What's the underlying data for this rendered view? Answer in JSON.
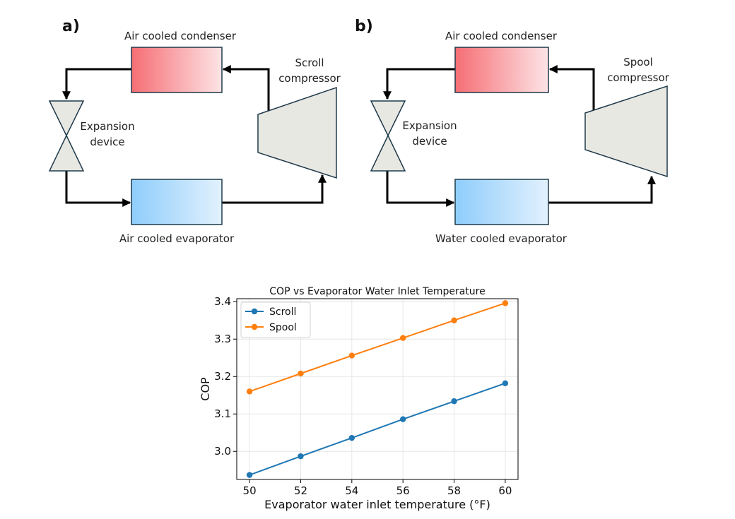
{
  "panel_a": {
    "letter": "a)",
    "condenser": "Air cooled condenser",
    "compressor_line1": "Scroll",
    "compressor_line2": "compressor",
    "expansion_line1": "Expansion",
    "expansion_line2": "device",
    "evaporator": "Air cooled evaporator"
  },
  "panel_b": {
    "letter": "b)",
    "condenser": "Air cooled condenser",
    "compressor_line1": "Spool",
    "compressor_line2": "compressor",
    "expansion_line1": "Expansion",
    "expansion_line2": "device",
    "evaporator": "Water cooled evaporator"
  },
  "colors": {
    "condenser_gradient": [
      "#f56e74",
      "#fde4e6"
    ],
    "evaporator_gradient": [
      "#8fcdfc",
      "#e2f1fd"
    ],
    "component_fill": "#e8e8e3",
    "component_stroke": "#1f3a4a"
  },
  "chart_data": {
    "type": "line",
    "title": "COP vs Evaporator Water Inlet Temperature",
    "xlabel": "Evaporator water inlet temperature (°F)",
    "ylabel": "COP",
    "x": [
      50,
      52,
      54,
      56,
      58,
      60
    ],
    "xticks": [
      50,
      52,
      54,
      56,
      58,
      60
    ],
    "yticks": [
      3.0,
      3.1,
      3.2,
      3.3,
      3.4
    ],
    "xlim": [
      49.5,
      60.5
    ],
    "ylim": [
      2.925,
      3.408
    ],
    "grid": true,
    "legend_position": "top-left",
    "series": [
      {
        "name": "Scroll",
        "color": "#1f77b4",
        "values": [
          2.937,
          2.987,
          3.036,
          3.086,
          3.134,
          3.182
        ]
      },
      {
        "name": "Spool",
        "color": "#ff7f0e",
        "values": [
          3.16,
          3.208,
          3.256,
          3.303,
          3.35,
          3.396
        ]
      }
    ]
  }
}
